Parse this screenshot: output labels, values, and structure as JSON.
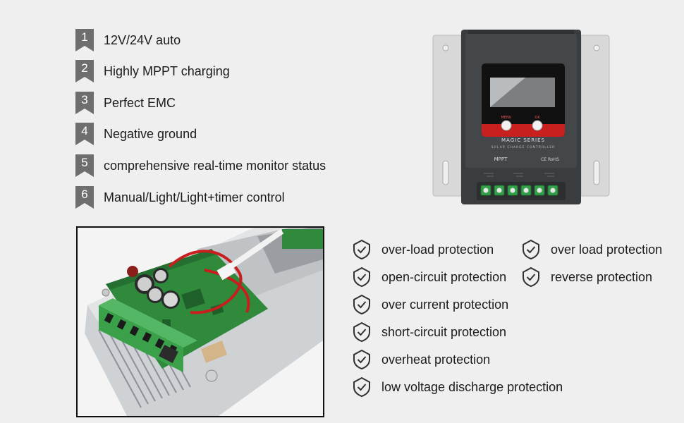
{
  "features": [
    {
      "num": "1",
      "text": "12V/24V auto"
    },
    {
      "num": "2",
      "text": "Highly MPPT charging"
    },
    {
      "num": "3",
      "text": "Perfect EMC"
    },
    {
      "num": "4",
      "text": "Negative ground"
    },
    {
      "num": "5",
      "text": "comprehensive real-time monitor status"
    },
    {
      "num": "6",
      "text": "Manual/Light/Light+timer control"
    }
  ],
  "controller": {
    "btn_left": "MENU",
    "btn_right": "OK",
    "series": "MAGIC SERIES",
    "subtitle": "SOLAR CHARGE CONTROLLER",
    "mppt": "MPPT",
    "cert": "CE RoHS"
  },
  "protections_left": [
    "over-load protection",
    "open-circuit protection",
    "over current protection",
    "short-circuit protection",
    "overheat protection",
    "low voltage discharge protection"
  ],
  "protections_right": [
    "over load protection",
    "reverse protection"
  ],
  "colors": {
    "badge": "#6e6e6e",
    "case": "#3c3f41",
    "accent_red": "#c8201e",
    "pcb": "#2f8a3c",
    "terminal": "#3aa04a"
  }
}
